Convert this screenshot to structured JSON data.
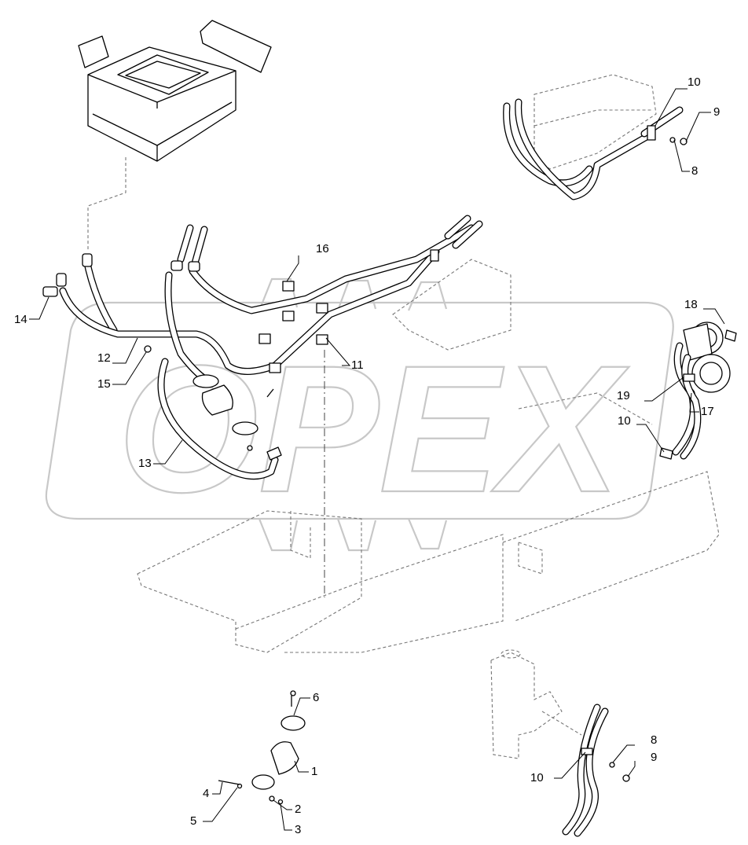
{
  "watermark": {
    "text": "OPEX",
    "color": "#c8c8c8"
  },
  "callouts": {
    "c1": "1",
    "c2": "2",
    "c3": "3",
    "c4": "4",
    "c5": "5",
    "c6": "6",
    "c8_top": "8",
    "c9_top": "9",
    "c10_top": "10",
    "c11": "11",
    "c12": "12",
    "c13": "13",
    "c14": "14",
    "c15": "15",
    "c16": "16",
    "c17": "17",
    "c18": "18",
    "c19": "19",
    "c10_mid": "10",
    "c8_bot": "8",
    "c9_bot": "9",
    "c10_bot": "10"
  },
  "icons": {
    "battery_box": "battery-box-icon",
    "fuel_filter": "fuel-filter-icon",
    "compressor": "compressor-icon",
    "frame": "frame-icon"
  }
}
